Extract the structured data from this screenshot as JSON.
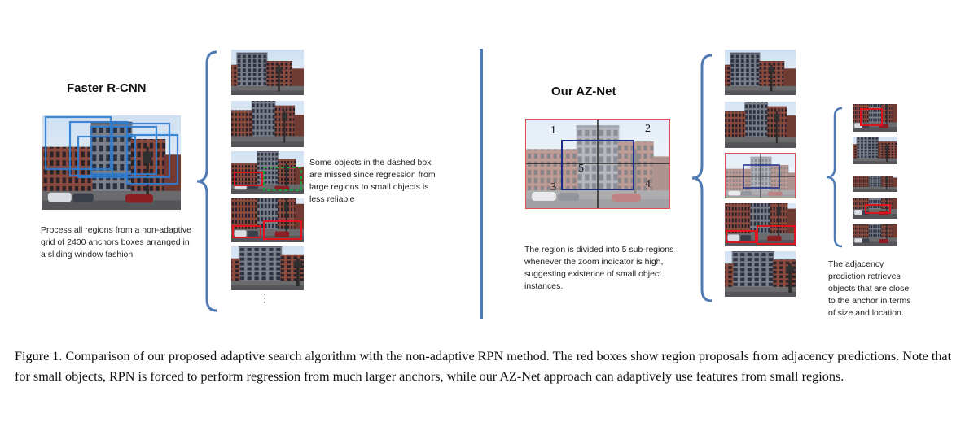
{
  "left_panel": {
    "heading": "Faster R-CNN",
    "description": "Process all regions from a non-adaptive grid of 2400 anchors boxes arranged in a sliding window fashion",
    "callout": "Some objects in the dashed box are missed since regression from large regions to small objects is less reliable",
    "ellipsis": "⋮"
  },
  "right_panel": {
    "heading": "Our AZ-Net",
    "description": "The region is divided into 5 sub-regions whenever the zoom indicator is high, suggesting existence of small object instances.",
    "adjacency_note": "The adjacency prediction retrieves objects that are close to the anchor in terms of size and location.",
    "subregion_labels": [
      "1",
      "2",
      "3",
      "4",
      "5"
    ]
  },
  "caption": "Figure 1. Comparison of our proposed adaptive search algorithm with the non-adaptive RPN method. The red boxes show region proposals from adjacency predictions. Note that for small objects, RPN is forced to perform regression from much larger anchors, while our AZ-Net approach can adaptively use features from small regions.",
  "colors": {
    "divider": "#4f7ab3",
    "anchor_box": "#2e7dd1",
    "proposal_box": "#e0141e",
    "missed_box": "#1f9e3a",
    "subregion_box": "#1c2a8c",
    "bracket": "#4f7ab3"
  }
}
